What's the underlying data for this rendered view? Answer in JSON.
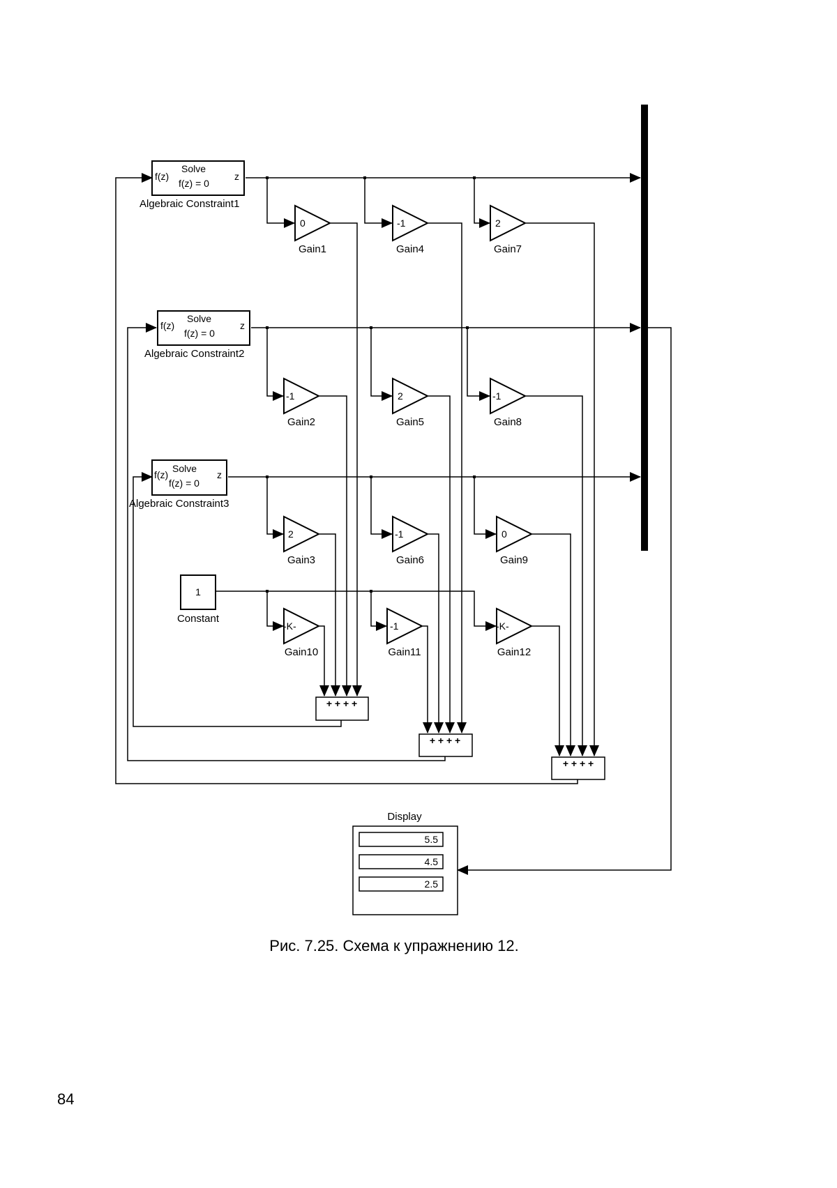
{
  "blocks": {
    "ac1": {
      "label": "Algebraic Constraint1",
      "solve": "Solve",
      "eq": "f(z) = 0",
      "in": "f(z)",
      "out": "z"
    },
    "ac2": {
      "label": "Algebraic Constraint2",
      "solve": "Solve",
      "eq": "f(z) = 0",
      "in": "f(z)",
      "out": "z"
    },
    "ac3": {
      "label": "Algebraic Constraint3",
      "solve": "Solve",
      "eq": "f(z) = 0",
      "in": "f(z)",
      "out": "z"
    },
    "constant": {
      "label": "Constant",
      "value": "1"
    },
    "display": {
      "label": "Display",
      "values": [
        "5.5",
        "4.5",
        "2.5"
      ]
    },
    "gains": [
      {
        "name": "Gain1",
        "value": "0"
      },
      {
        "name": "Gain4",
        "value": "-1"
      },
      {
        "name": "Gain7",
        "value": "2"
      },
      {
        "name": "Gain2",
        "value": "-1"
      },
      {
        "name": "Gain5",
        "value": "2"
      },
      {
        "name": "Gain8",
        "value": "-1"
      },
      {
        "name": "Gain3",
        "value": "2"
      },
      {
        "name": "Gain6",
        "value": "-1"
      },
      {
        "name": "Gain9",
        "value": "0"
      },
      {
        "name": "Gain10",
        "value": "-K-"
      },
      {
        "name": "Gain11",
        "value": "-1"
      },
      {
        "name": "Gain12",
        "value": "-K-"
      }
    ],
    "sum_signs": "+ + + +"
  },
  "caption": "Рис. 7.25. Схема к упражнению 12.",
  "page_number": "84"
}
